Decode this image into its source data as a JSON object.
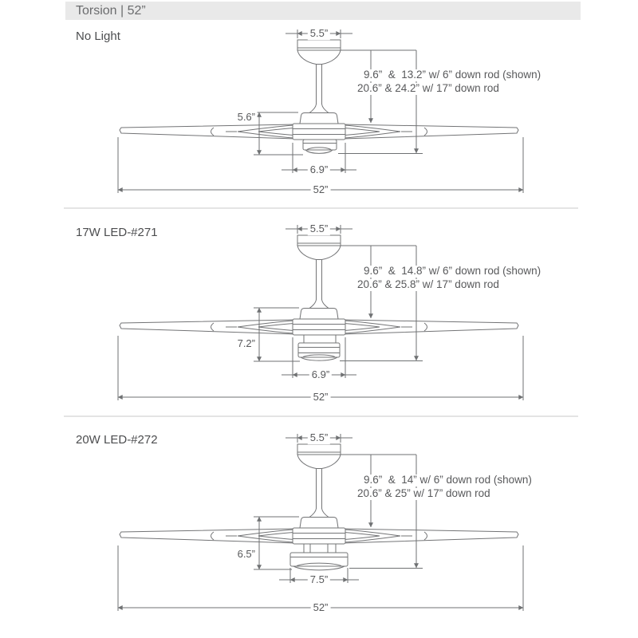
{
  "header": {
    "title": "Torsion | 52”"
  },
  "sections": [
    {
      "name": "No Light",
      "canopy_width": "5.5”",
      "note_line1": "9.6”  &  13.2” w/ 6” down rod (shown)",
      "note_line2": "20.6” & 24.2” w/ 17” down rod",
      "body_height": "5.6”",
      "hub_width": "6.9”",
      "blade_span": "52”"
    },
    {
      "name": "17W LED-#271",
      "canopy_width": "5.5”",
      "note_line1": "9.6”  &  14.8” w/ 6” down rod (shown)",
      "note_line2": "20.6” & 25.8” w/ 17” down rod",
      "body_height": "7.2”",
      "hub_width": "6.9”",
      "blade_span": "52”"
    },
    {
      "name": "20W LED-#272",
      "canopy_width": "5.5”",
      "note_line1": "9.6”  &  14” w/ 6” down rod (shown)",
      "note_line2": "20.6” & 25” w/ 17” down rod",
      "body_height": "6.5”",
      "hub_width": "7.5”",
      "blade_span": "52”"
    }
  ]
}
